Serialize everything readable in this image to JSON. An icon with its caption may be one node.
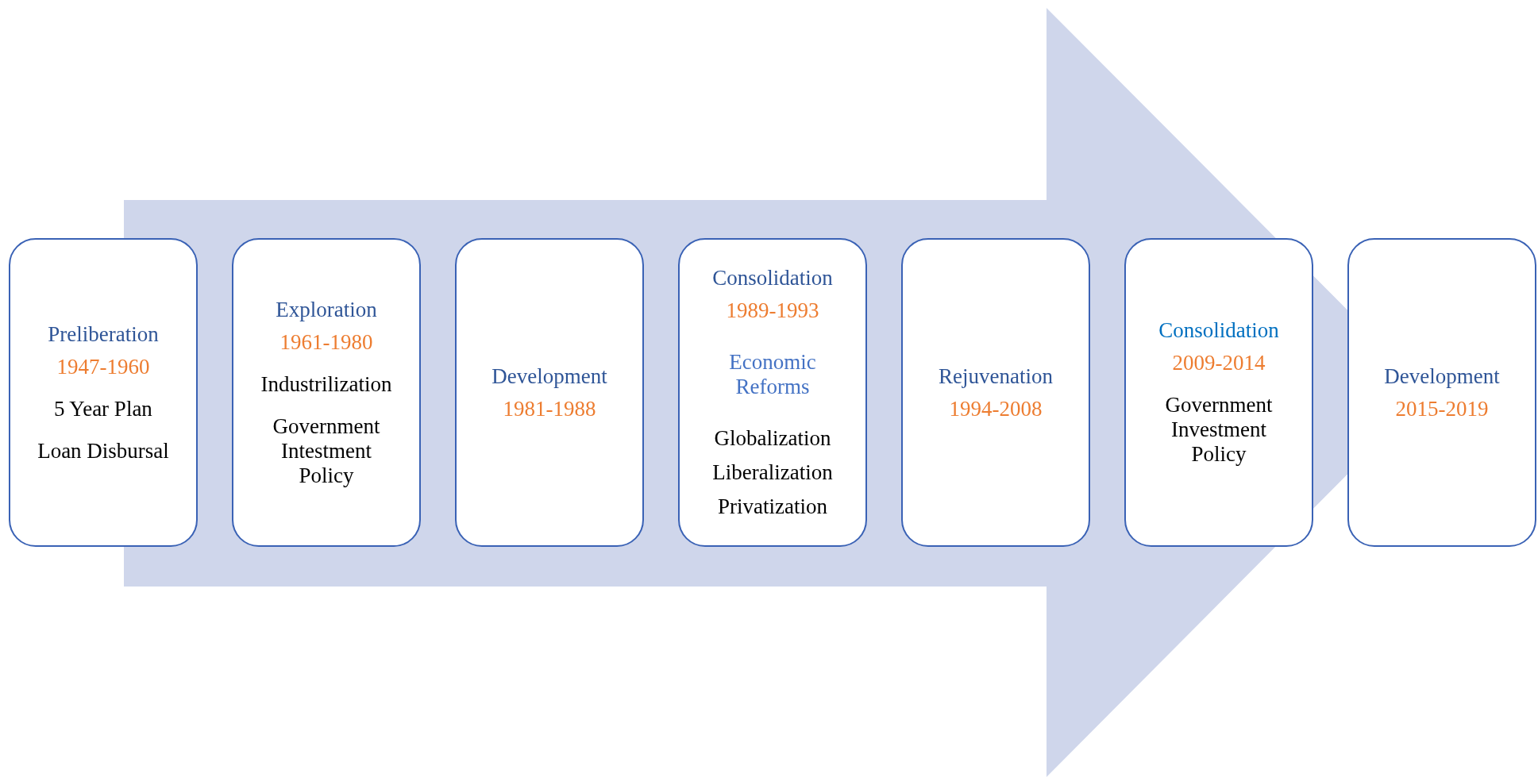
{
  "diagram": {
    "nodes": [
      {
        "text": [
          "Preliberation",
          "1947-1960",
          "5 Year Plan",
          "Loan Disbursal"
        ]
      },
      {
        "text": [
          "Exploration",
          "1961-1980",
          "Industrilization",
          "Government Intestment Policy"
        ]
      },
      {
        "text": [
          "Development",
          "1981-1988"
        ]
      },
      {
        "text": [
          "Consolidation",
          "1989-1993",
          "Economic Reforms",
          "Globalization",
          "Liberalization",
          "Privatization"
        ]
      },
      {
        "text": [
          "Rejuvenation",
          "1994-2008"
        ]
      },
      {
        "text": [
          "Consolidation",
          "2009-2014",
          "Government Investment Policy"
        ]
      },
      {
        "text": [
          "Development",
          "2015-2019"
        ]
      }
    ],
    "edges": [
      {
        "from": 0,
        "to": 6,
        "arrow": "to"
      }
    ]
  }
}
